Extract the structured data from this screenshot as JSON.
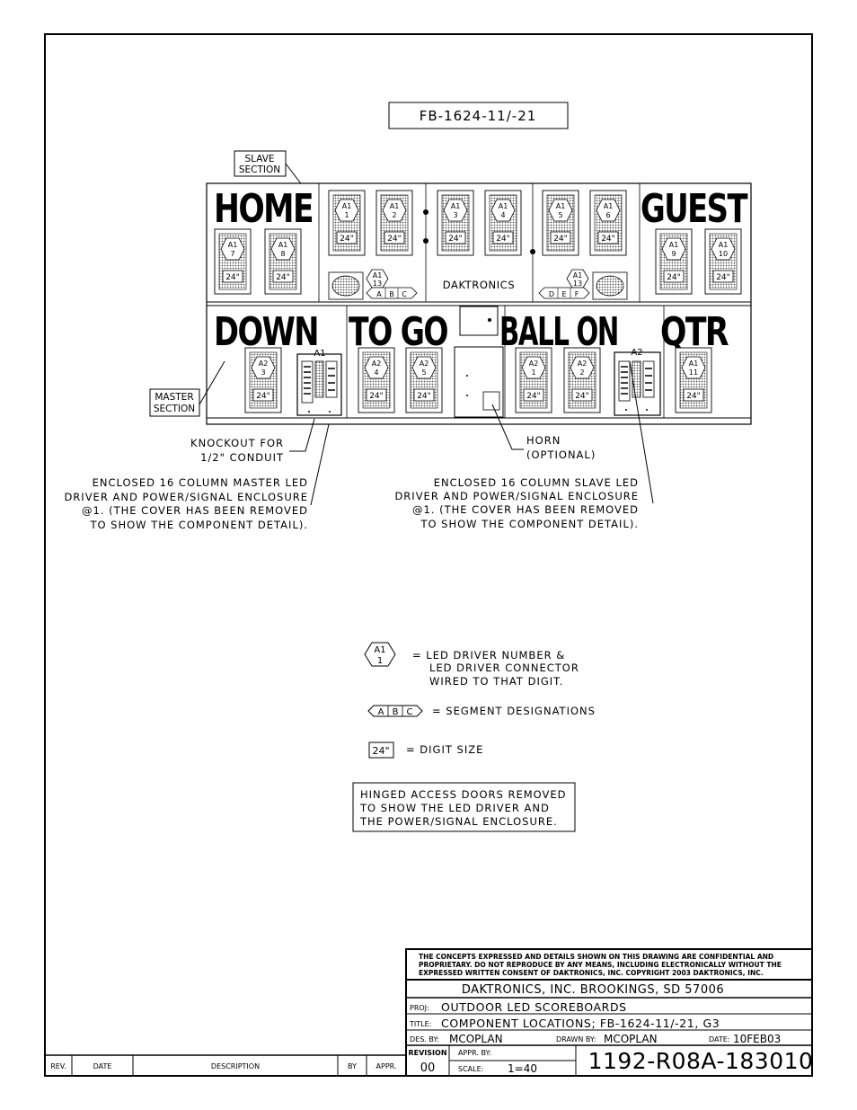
{
  "drawing_title": "FB-1624-11/-21",
  "slave_section_label": [
    "SLAVE",
    "SECTION"
  ],
  "master_section_label": [
    "MASTER",
    "SECTION"
  ],
  "captions": {
    "home": "HOME",
    "guest": "GUEST",
    "down": "DOWN",
    "to_go": "TO GO",
    "ball_on": "BALL ON",
    "qtr": "QTR",
    "brand": "DAKTRONICS"
  },
  "digits_top": [
    {
      "id": "A1-1",
      "driver": "A1",
      "connector": "1",
      "size": "24\""
    },
    {
      "id": "A1-2",
      "driver": "A1",
      "connector": "2",
      "size": "24\""
    },
    {
      "id": "A1-3",
      "driver": "A1",
      "connector": "3",
      "size": "24\""
    },
    {
      "id": "A1-4",
      "driver": "A1",
      "connector": "4",
      "size": "24\""
    },
    {
      "id": "A1-5",
      "driver": "A1",
      "connector": "5",
      "size": "24\""
    },
    {
      "id": "A1-6",
      "driver": "A1",
      "connector": "6",
      "size": "24\""
    },
    {
      "id": "A1-7",
      "driver": "A1",
      "connector": "7",
      "size": "24\""
    },
    {
      "id": "A1-8",
      "driver": "A1",
      "connector": "8",
      "size": "24\""
    },
    {
      "id": "A1-9",
      "driver": "A1",
      "connector": "9",
      "size": "24\""
    },
    {
      "id": "A1-10",
      "driver": "A1",
      "connector": "10",
      "size": "24\""
    }
  ],
  "digits_bottom": [
    {
      "id": "A2-3",
      "driver": "A2",
      "connector": "3",
      "size": "24\""
    },
    {
      "id": "A2-4",
      "driver": "A2",
      "connector": "4",
      "size": "24\""
    },
    {
      "id": "A2-5",
      "driver": "A2",
      "connector": "5",
      "size": "24\""
    },
    {
      "id": "A2-1",
      "driver": "A2",
      "connector": "1",
      "size": "24\""
    },
    {
      "id": "A2-2",
      "driver": "A2",
      "connector": "2",
      "size": "24\""
    },
    {
      "id": "A1-11",
      "driver": "A1",
      "connector": "11",
      "size": "24\""
    }
  ],
  "indicator_left": {
    "driver": "A1",
    "connector": "13",
    "segments": [
      "A",
      "B",
      "C"
    ]
  },
  "indicator_right": {
    "driver": "A1",
    "connector": "13",
    "segments": [
      "D",
      "E",
      "F"
    ]
  },
  "enclosure_left_label": "A1",
  "enclosure_right_label": "A2",
  "callouts": {
    "knockout": [
      "KNOCKOUT FOR",
      "1/2\" CONDUIT"
    ],
    "horn": [
      "HORN",
      "(OPTIONAL)"
    ],
    "master_enclosure": [
      "ENCLOSED 16 COLUMN MASTER LED",
      "DRIVER AND POWER/SIGNAL ENCLOSURE",
      "@1. (THE COVER HAS BEEN REMOVED",
      "TO SHOW THE COMPONENT DETAIL)."
    ],
    "slave_enclosure": [
      "ENCLOSED 16 COLUMN SLAVE LED",
      "DRIVER AND POWER/SIGNAL ENCLOSURE",
      "@1. (THE COVER HAS BEEN REMOVED",
      "TO SHOW THE COMPONENT DETAIL)."
    ]
  },
  "legend": {
    "driver_symbol": {
      "driver": "A1",
      "connector": "1"
    },
    "driver_text": [
      "= LED DRIVER NUMBER &",
      "LED DRIVER CONNECTOR",
      "WIRED TO THAT DIGIT."
    ],
    "segment_symbol": [
      "A",
      "B",
      "C"
    ],
    "segment_text": "= SEGMENT DESIGNATIONS",
    "size_symbol": "24\"",
    "size_text": "= DIGIT SIZE"
  },
  "note_box": [
    "HINGED ACCESS DOORS REMOVED",
    "TO SHOW THE LED DRIVER AND",
    "THE POWER/SIGNAL ENCLOSURE."
  ],
  "title_block": {
    "confidential": [
      "THE CONCEPTS EXPRESSED AND DETAILS SHOWN ON THIS DRAWING ARE CONFIDENTIAL AND",
      "PROPRIETARY. DO NOT REPRODUCE BY ANY MEANS, INCLUDING ELECTRONICALLY WITHOUT THE",
      "EXPRESSED WRITTEN CONSENT OF DAKTRONICS, INC.          COPYRIGHT 2003 DAKTRONICS, INC."
    ],
    "company": "DAKTRONICS, INC.   BROOKINGS, SD 57006",
    "proj_label": "PROJ:",
    "proj": "OUTDOOR LED SCOREBOARDS",
    "title_label": "TITLE:",
    "title": "COMPONENT LOCATIONS; FB-1624-11/-21, G3",
    "des_label": "DES. BY:",
    "des": "MCOPLAN",
    "drawn_label": "DRAWN BY:",
    "drawn": "MCOPLAN",
    "date_label": "DATE:",
    "date": "10FEB03",
    "revision_label": "REVISION",
    "revision": "00",
    "appr_label": "APPR. BY:",
    "scale_label": "SCALE:",
    "scale": "1=40",
    "drawing_number": "1192-R08A-183010"
  },
  "revision_table": {
    "headers": [
      "REV.",
      "DATE",
      "DESCRIPTION",
      "BY",
      "APPR."
    ]
  }
}
